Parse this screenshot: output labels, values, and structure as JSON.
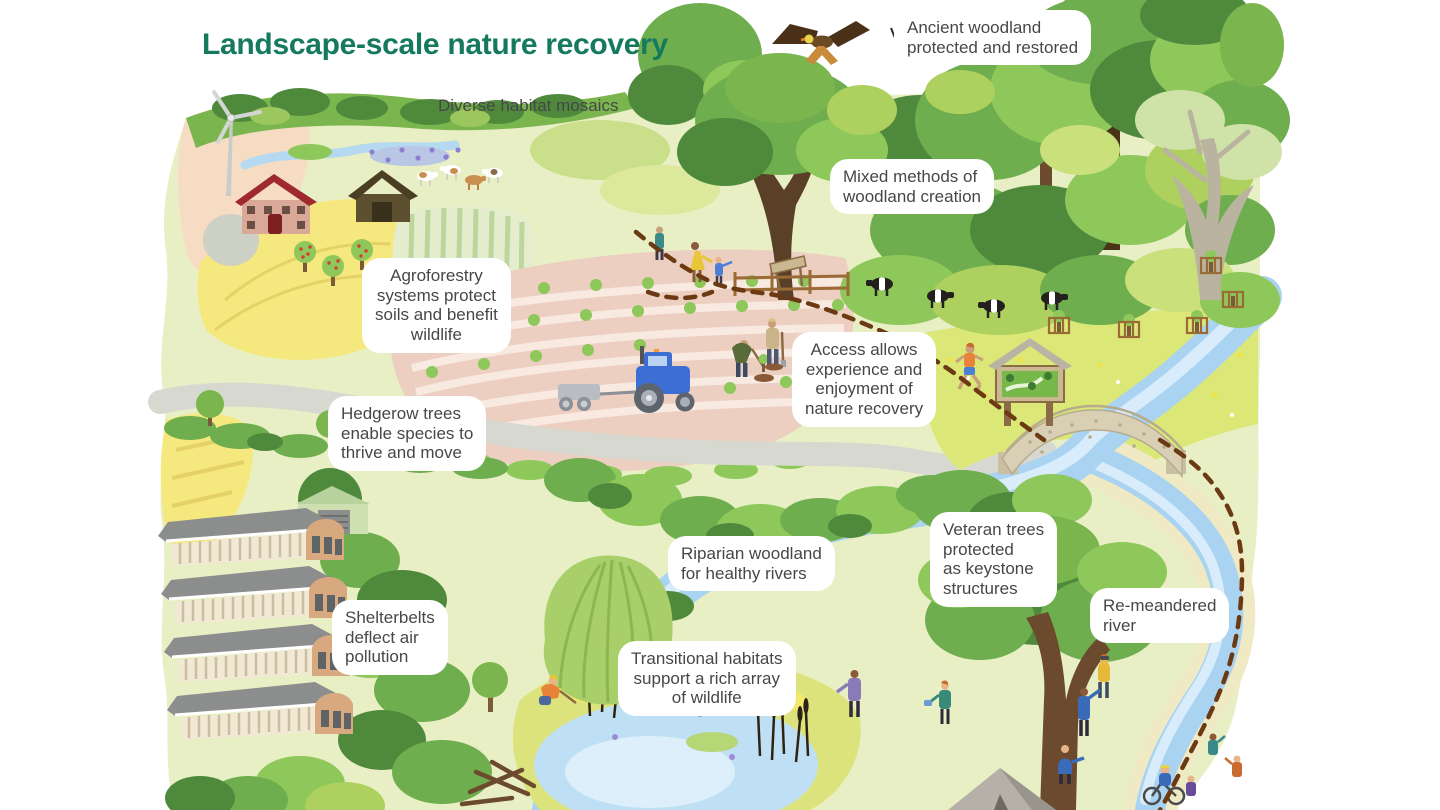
{
  "title": "Landscape-scale nature recovery",
  "colors": {
    "title_green": "#15795e",
    "label_text": "#474747",
    "bubble_background": "#ffffff",
    "river_blue": "#a9d3f1",
    "woodland_green": "#4f8a3c"
  },
  "callouts": [
    {
      "id": "ancient-woodland",
      "text": "Ancient woodland\nprotected and restored"
    },
    {
      "id": "diverse-habitat-mosaics",
      "text": "Diverse habitat mosaics"
    },
    {
      "id": "mixed-methods",
      "text": "Mixed methods of\nwoodland creation"
    },
    {
      "id": "agroforestry",
      "text": "Agroforestry\nsystems protect\nsoils and benefit\nwildlife"
    },
    {
      "id": "access",
      "text": "Access allows\nexperience and\nenjoyment of\nnature recovery"
    },
    {
      "id": "hedgerow-trees",
      "text": "Hedgerow trees\nenable species to\nthrive and move"
    },
    {
      "id": "riparian-woodland",
      "text": "Riparian woodland\nfor healthy rivers"
    },
    {
      "id": "veteran-trees",
      "text": "Veteran trees\nprotected\nas keystone\nstructures"
    },
    {
      "id": "re-meandered-river",
      "text": "Re-meandered\nriver"
    },
    {
      "id": "shelterbelts",
      "text": "Shelterbelts\ndeflect air\npollution"
    },
    {
      "id": "transitional-habitats",
      "text": "Transitional habitats\nsupport a rich array\nof wildlife"
    }
  ],
  "scene": {
    "elements": [
      "red-kite-bird",
      "wind-turbine",
      "farmhouse",
      "farm-barn",
      "grazing-cattle",
      "apple-orchard",
      "wildflower-mosaic",
      "agroforestry-field",
      "blue-tractor",
      "tree-planters",
      "farm-track",
      "hedgerow",
      "walkers",
      "veteran-oak",
      "interpretation-sign",
      "belted-galloway-cattle",
      "information-board",
      "runner",
      "tree-guards",
      "stone-bridge",
      "river",
      "re-meandered-river",
      "riparian-trees",
      "willow-tree",
      "livestock-sheds",
      "green-barn",
      "shelterbelt-trees",
      "wetland-pond",
      "bulrush-reeds",
      "pond-dipping-children",
      "deadwood-pile",
      "tent-hide",
      "birdwatchers",
      "cyclist",
      "waymarked-path"
    ]
  }
}
